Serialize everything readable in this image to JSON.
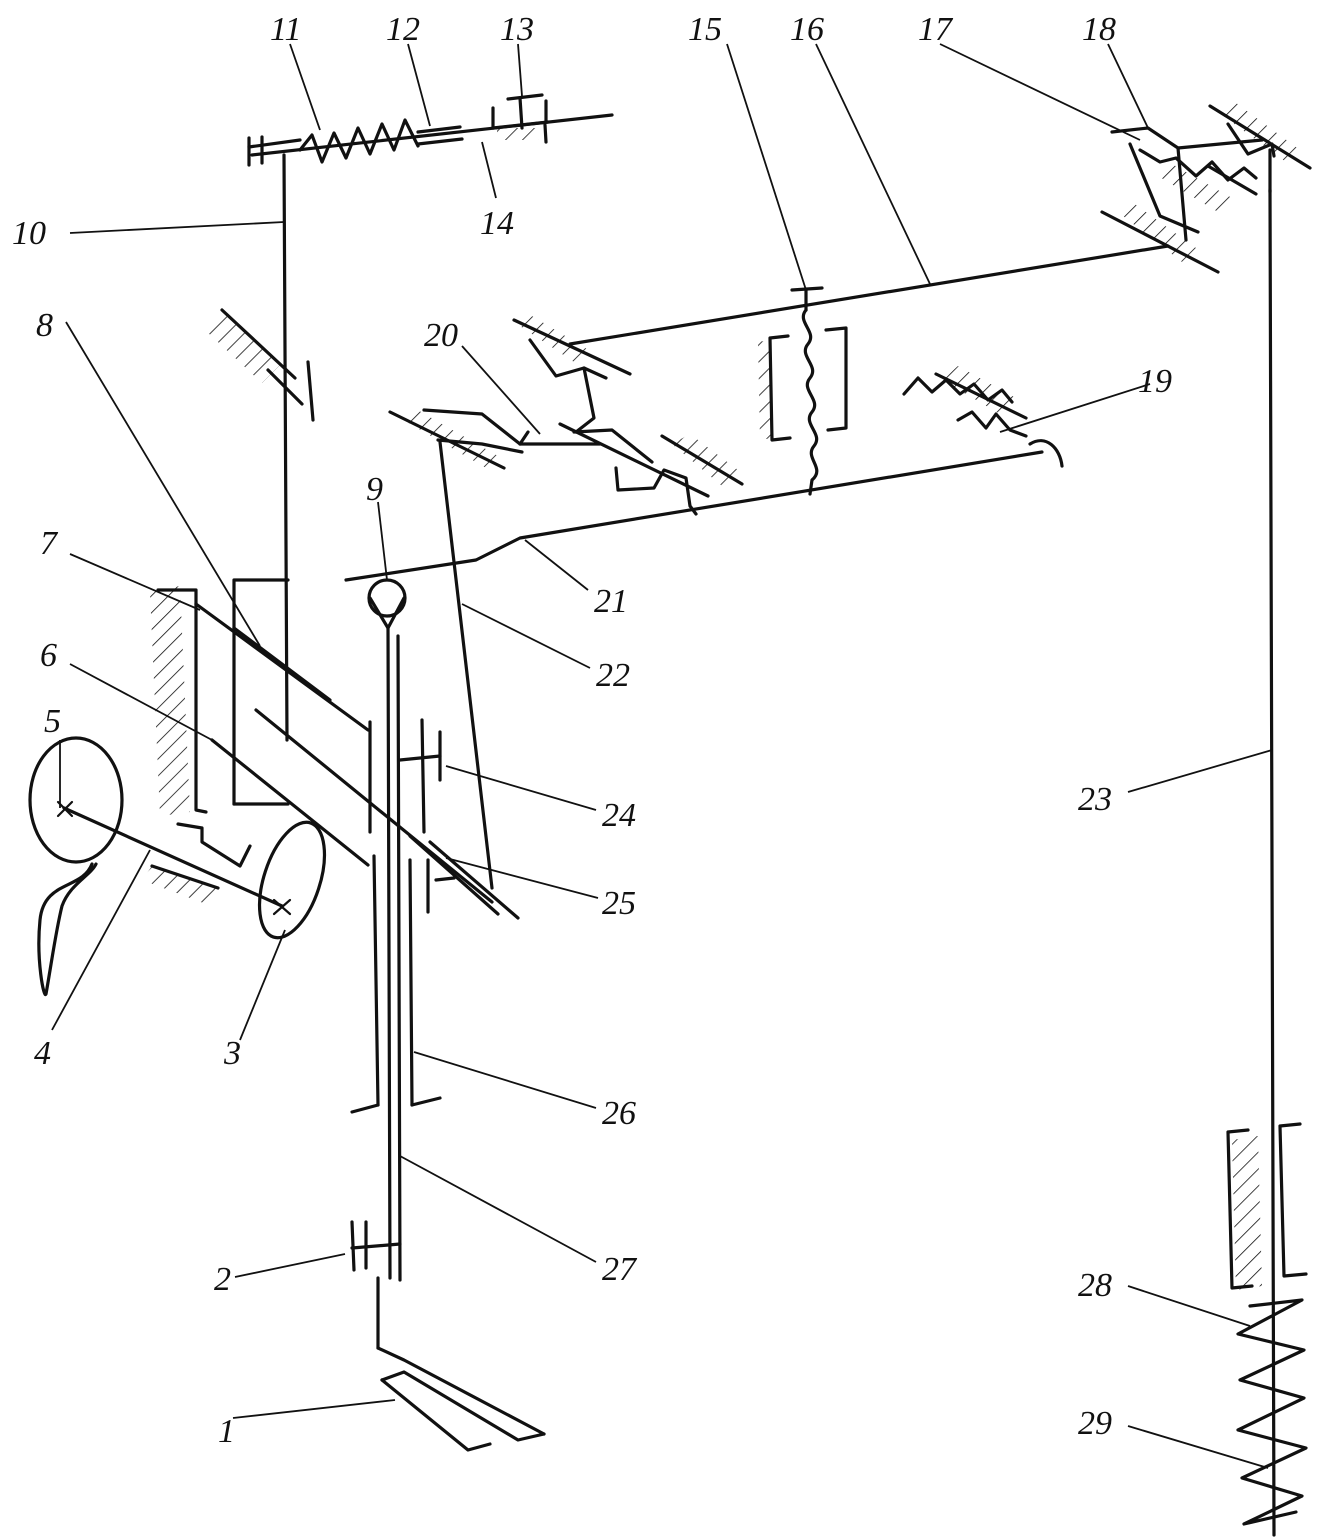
{
  "labels": {
    "l1": "1",
    "l2": "2",
    "l3": "3",
    "l4": "4",
    "l5": "5",
    "l6": "6",
    "l7": "7",
    "l8": "8",
    "l9": "9",
    "l10": "10",
    "l11": "11",
    "l12": "12",
    "l13": "13",
    "l14": "14",
    "l15": "15",
    "l16": "16",
    "l17": "17",
    "l18": "18",
    "l19": "19",
    "l20": "20",
    "l21": "21",
    "l22": "22",
    "l23": "23",
    "l24": "24",
    "l25": "25",
    "l26": "26",
    "l27": "27",
    "l28": "28",
    "l29": "29"
  },
  "colors": {
    "ink": "#111111",
    "paper": "#ffffff"
  }
}
